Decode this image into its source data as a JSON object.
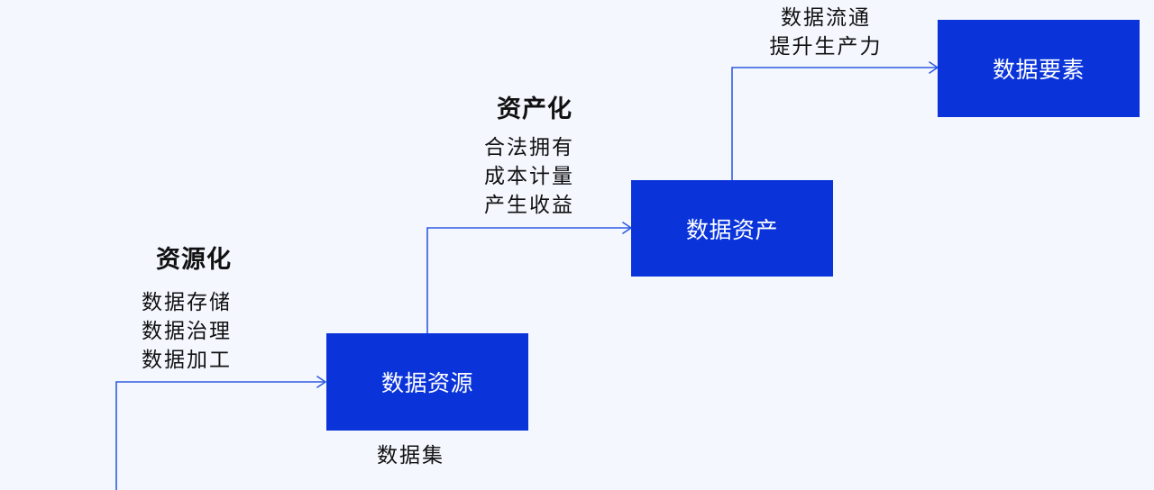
{
  "colors": {
    "node_fill": "#0a34da",
    "connector": "#2f5be0"
  },
  "nodes": {
    "resource": {
      "label": "数据资源"
    },
    "asset": {
      "label": "数据资产"
    },
    "element": {
      "label": "数据要素"
    }
  },
  "stages": {
    "resourcification": {
      "title": "资源化",
      "items": [
        "数据存储",
        "数据治理",
        "数据加工"
      ]
    },
    "assetization": {
      "title": "资产化",
      "items": [
        "合法拥有",
        "成本计量",
        "产生收益"
      ]
    },
    "elementization": {
      "items": [
        "数据流通",
        "提升生产力"
      ]
    }
  },
  "outputs": {
    "items": [
      "数据集"
    ]
  }
}
